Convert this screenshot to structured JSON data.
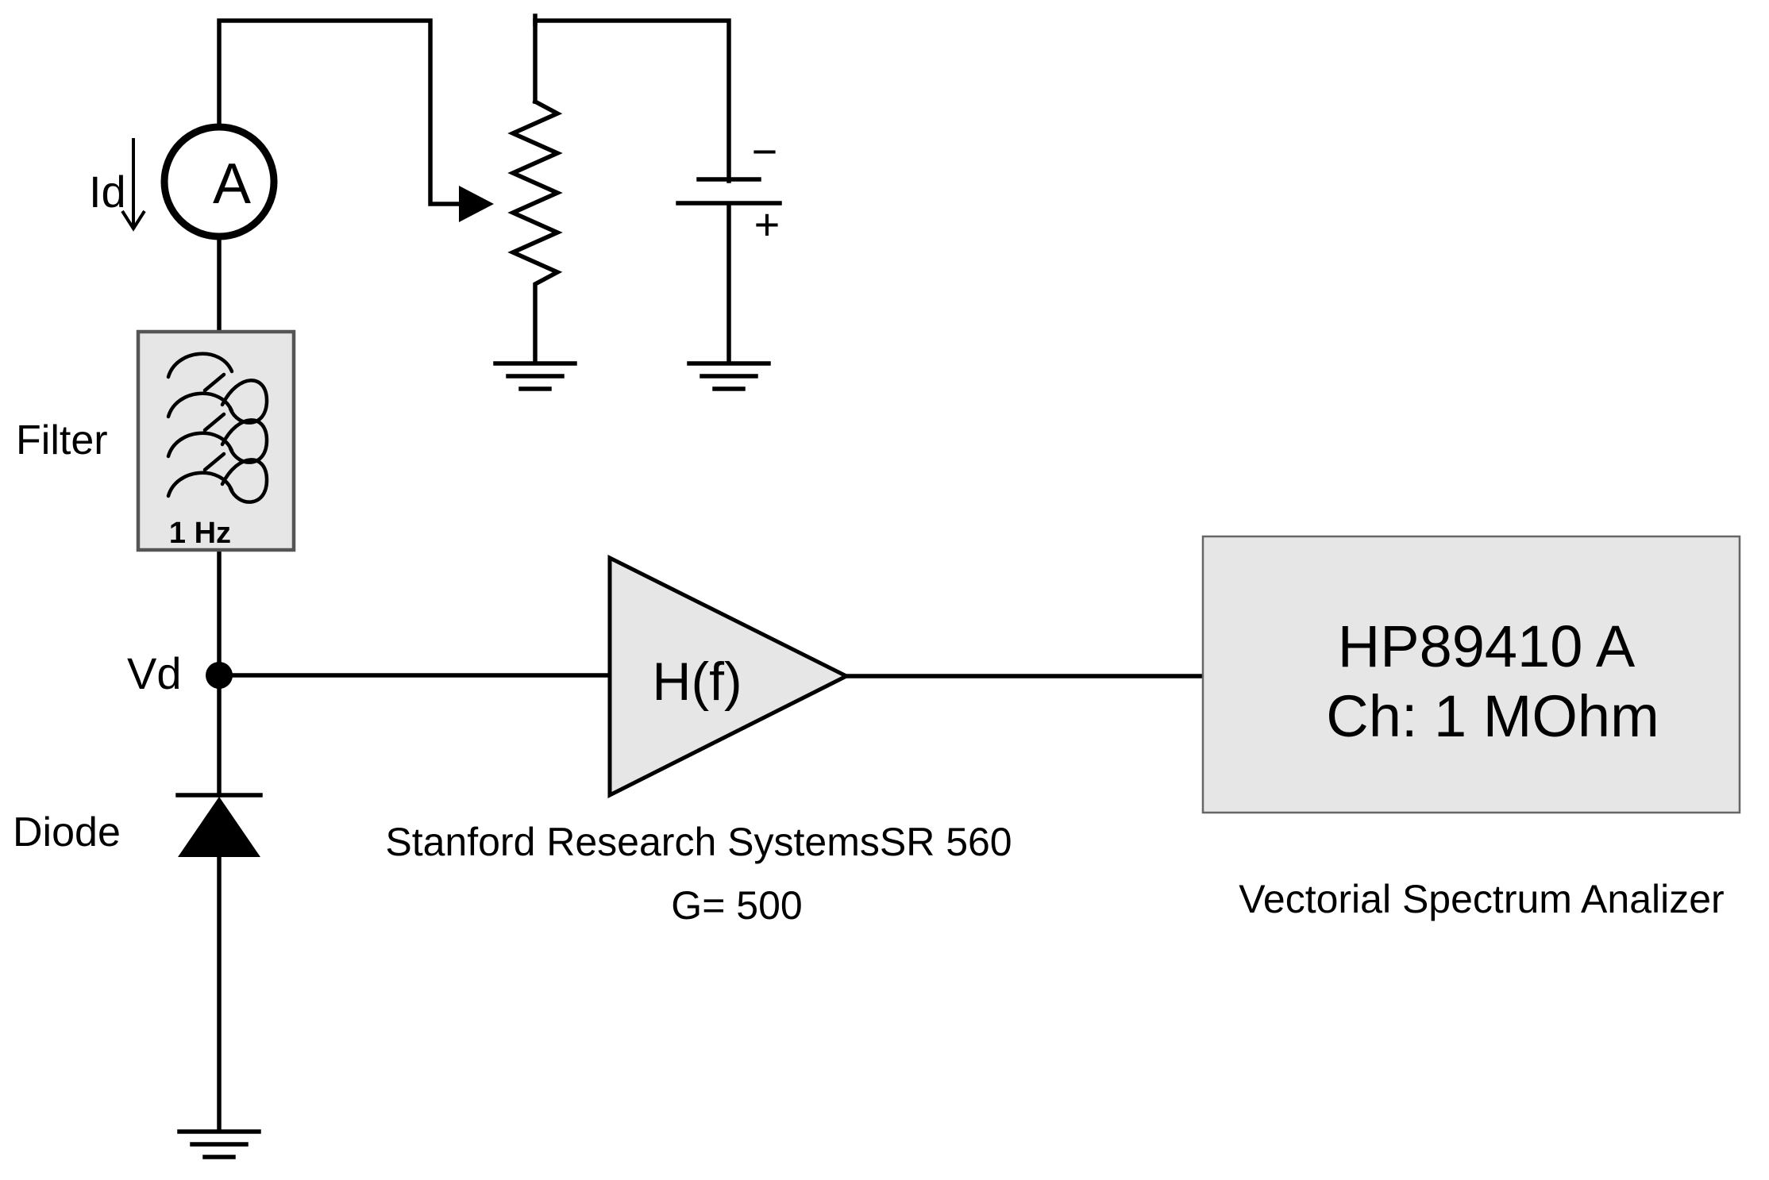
{
  "labels": {
    "current": "Id",
    "ammeter": "A",
    "filter": "Filter",
    "filter_cutoff": "1 Hz",
    "node_voltage": "Vd",
    "diode": "Diode",
    "amplifier_function": "H(f)",
    "amplifier_name": "Stanford Research SystemsSR 560",
    "amplifier_gain": "G= 500",
    "analyzer_line1": "HP89410 A",
    "analyzer_line2": "Ch: 1 MOhm",
    "analyzer_caption": "Vectorial Spectrum Analizer",
    "battery_minus": "−",
    "battery_plus": "+"
  },
  "colors": {
    "wire": "#000000",
    "block_fill": "#e6e6e6",
    "block_stroke": "#555555"
  }
}
